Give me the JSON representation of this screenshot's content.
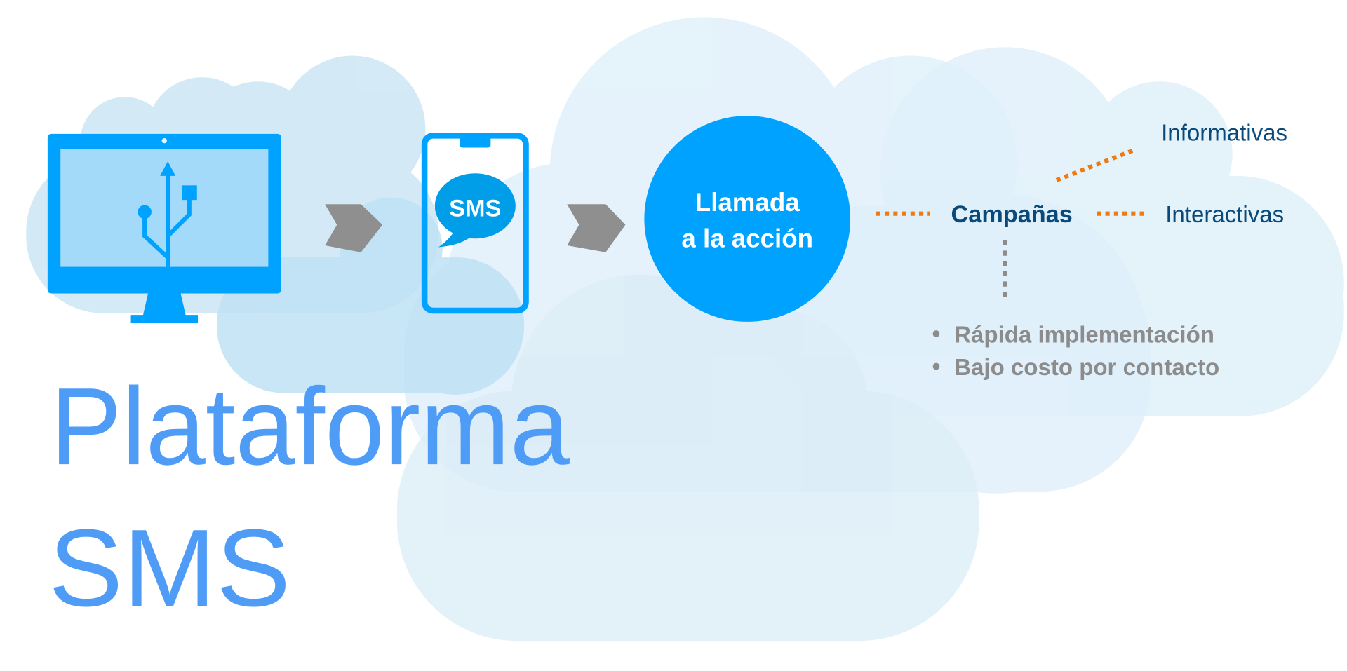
{
  "title": {
    "line1": "Plataforma",
    "line2": "SMS"
  },
  "phone": {
    "bubble_label": "SMS"
  },
  "cta": {
    "line1": "Llamada",
    "line2": "a la acción"
  },
  "campaigns": {
    "label": "Campañas",
    "types": [
      "Informativas",
      "Interactivas"
    ],
    "benefits": [
      "Rápida implementación",
      "Bajo costo por contacto"
    ]
  },
  "icons": [
    "monitor-usb-icon",
    "arrow-right-icon",
    "smartphone-sms-icon",
    "arrow-right-icon"
  ],
  "colors": {
    "primary": "#00a2ff",
    "title": "#4f9cf7",
    "navy": "#0a4a7a",
    "orange": "#f07a10",
    "gray": "#8c8c8c",
    "cloud": "#d9edf8"
  }
}
